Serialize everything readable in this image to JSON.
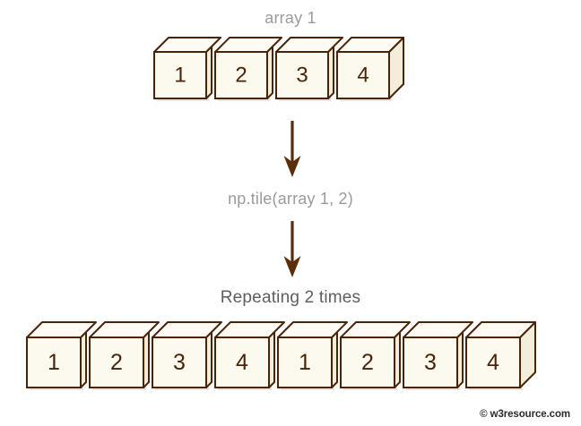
{
  "diagram": {
    "title": "array 1",
    "operation": "np.tile(array 1, 2)",
    "result_label": "Repeating 2 times",
    "watermark": "© w3resource.com",
    "colors": {
      "cube_face": "#FCF9EE",
      "cube_top": "#FDFBF3",
      "cube_side": "#F3EEDC",
      "cube_stroke": "#4A2409",
      "arrow": "#5A2D0C",
      "title_text": "#9B9B9B",
      "result_text": "#5E5E5E",
      "background": "#FFFFFF"
    }
  },
  "chart_data": {
    "type": "diagram",
    "title": "array 1",
    "operation": "np.tile(array 1, 2)",
    "result_label": "Repeating 2 times",
    "input_array": [
      1,
      2,
      3,
      4
    ],
    "output_array": [
      1,
      2,
      3,
      4,
      1,
      2,
      3,
      4
    ],
    "repeats": 2,
    "arrows": 2
  },
  "rows": {
    "top": {
      "name": "array 1",
      "cells": [
        "1",
        "2",
        "3",
        "4"
      ]
    },
    "bottom": {
      "name": "Repeating 2 times",
      "cells": [
        "1",
        "2",
        "3",
        "4",
        "1",
        "2",
        "3",
        "4"
      ]
    }
  },
  "arrows": {
    "first": "arrow-down",
    "second": "arrow-down"
  }
}
